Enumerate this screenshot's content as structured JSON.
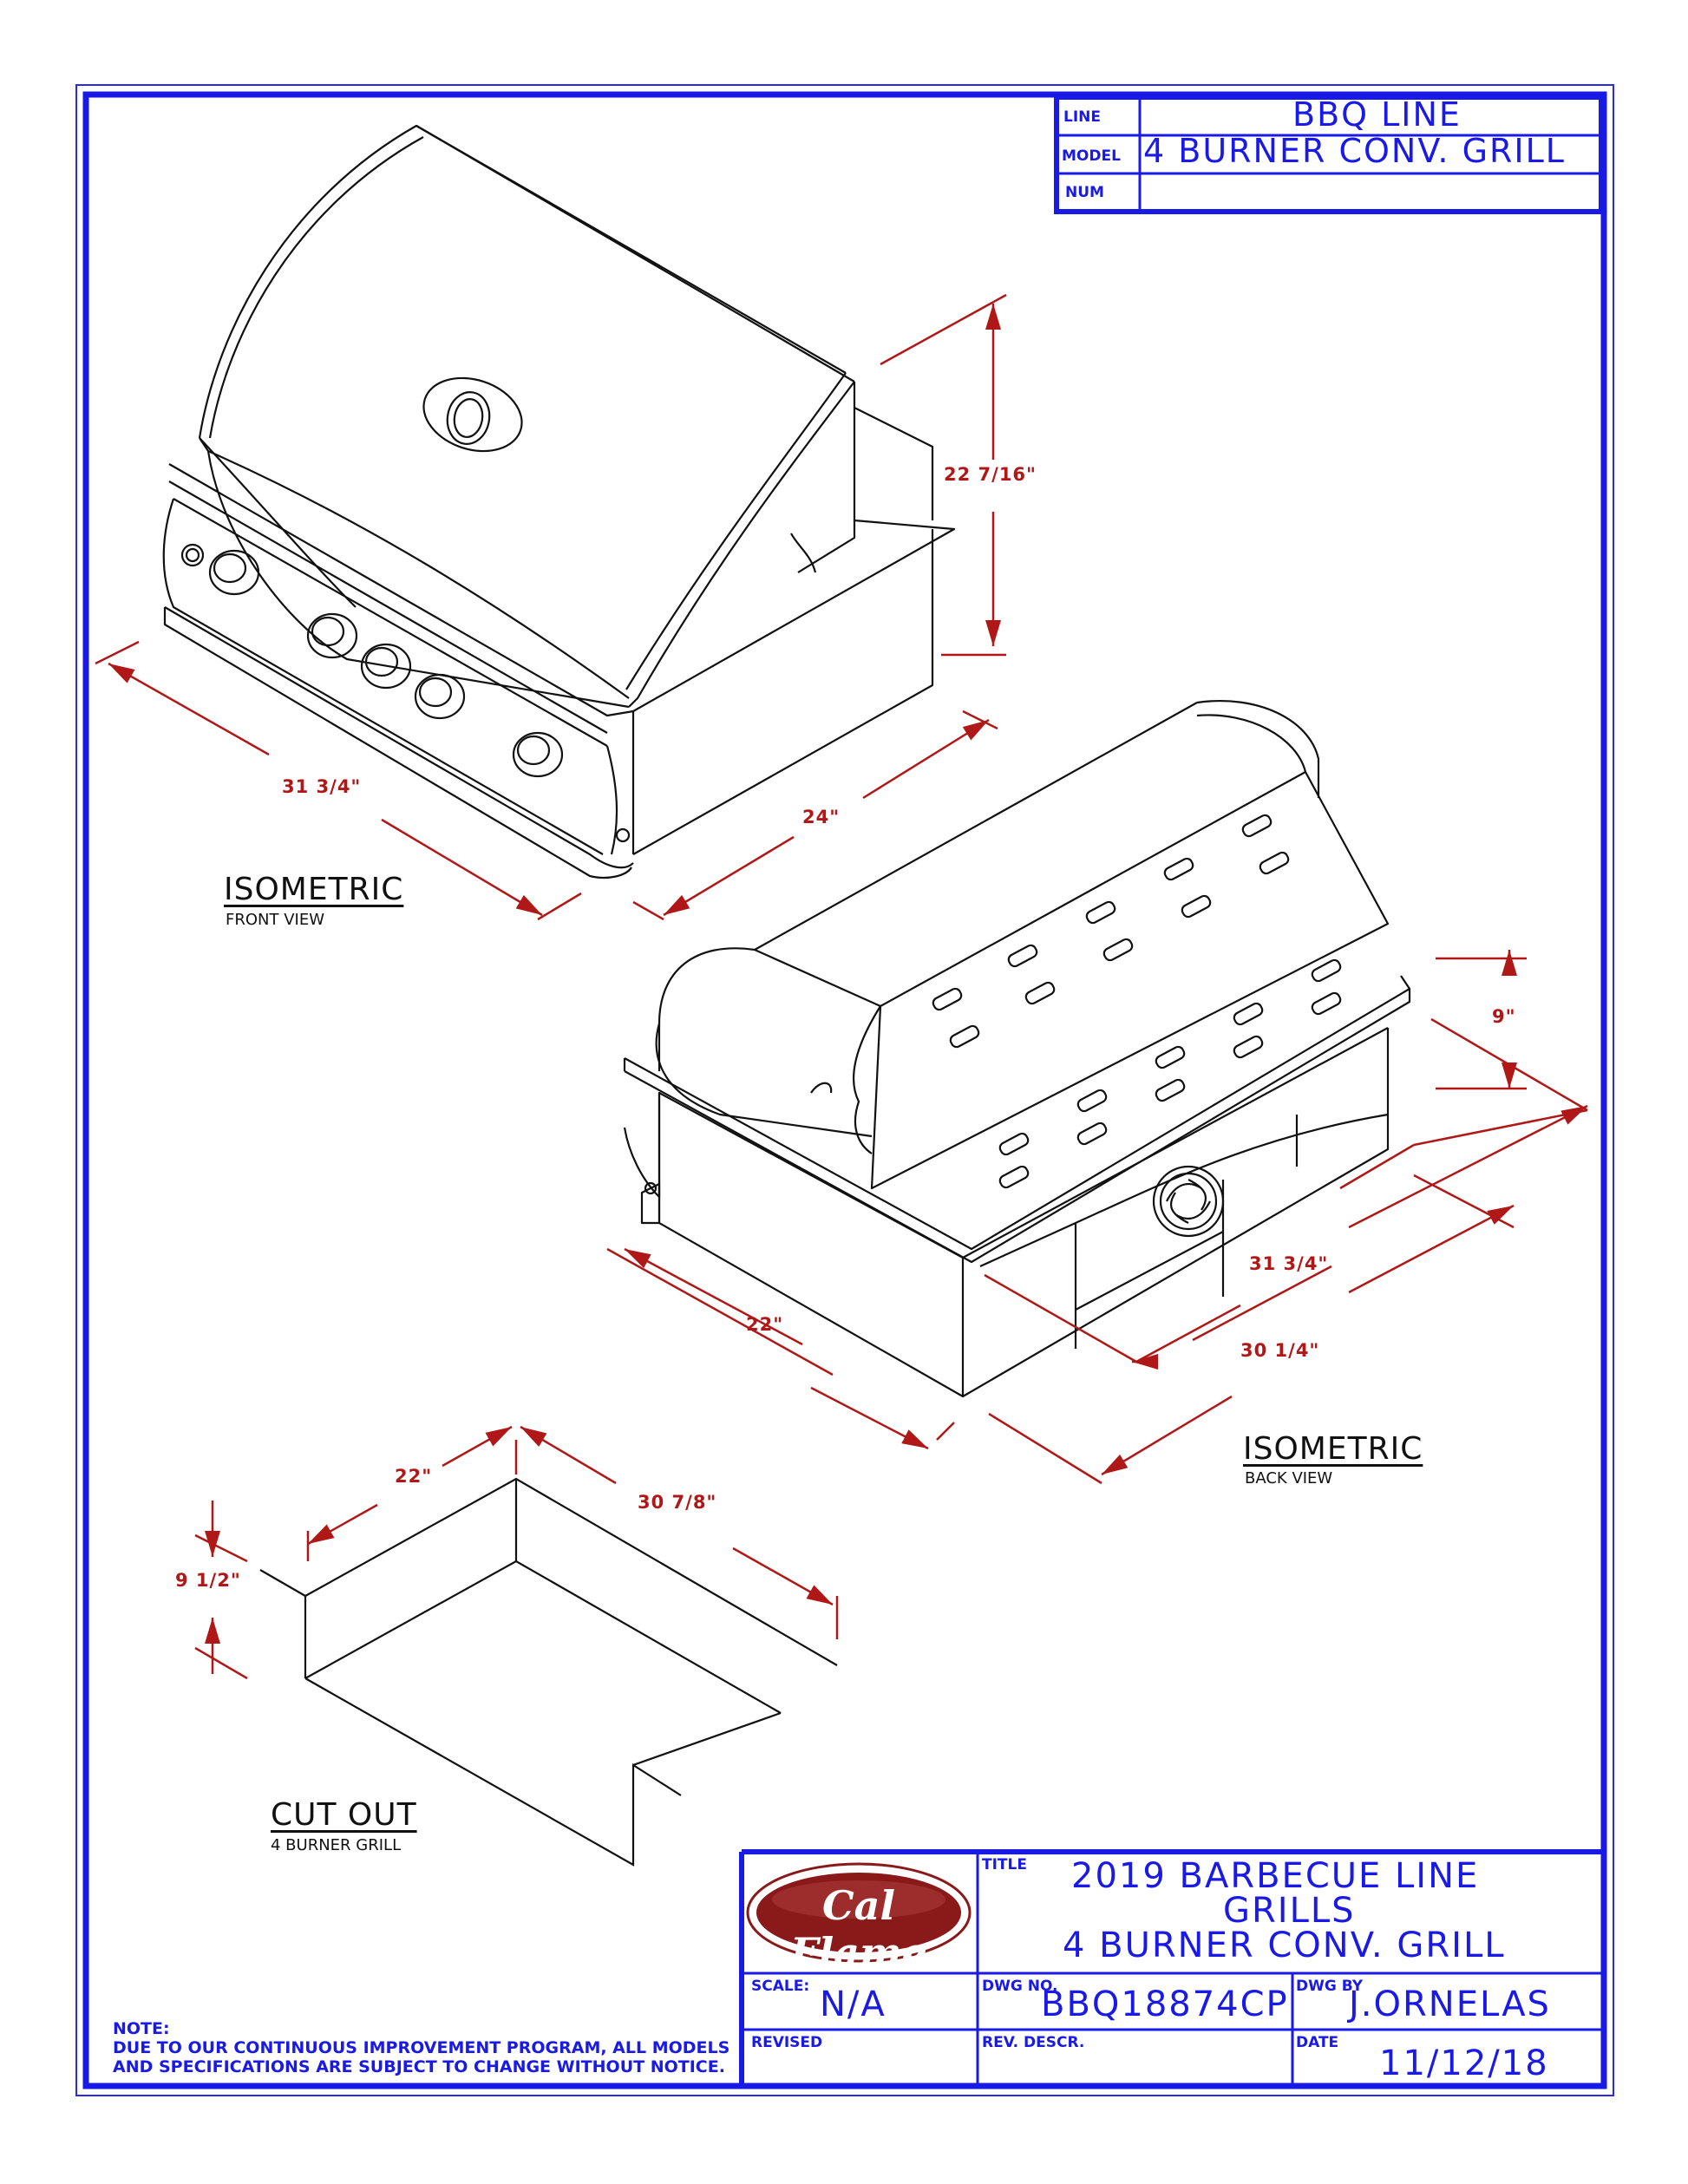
{
  "colors": {
    "frame": "#1a1ae6",
    "dimension": "#b01818",
    "drawing": "#111111",
    "logo_bg": "#8a1a1a"
  },
  "header_block": {
    "line_key": "LINE",
    "line_val": "BBQ LINE",
    "model_key": "MODEL",
    "model_val": "4 BURNER CONV. GRILL",
    "num_key": "NUM",
    "num_val": ""
  },
  "views": {
    "front": {
      "title": "ISOMETRIC",
      "subtitle": "FRONT VIEW"
    },
    "back": {
      "title": "ISOMETRIC",
      "subtitle": "BACK VIEW"
    },
    "cutout": {
      "title": "CUT OUT",
      "subtitle": "4 BURNER GRILL"
    }
  },
  "dimensions": {
    "front_height": "22 7/16\"",
    "front_width": "31 3/4\"",
    "front_depth": "24\"",
    "back_height": "9\"",
    "back_width_outer": "31 3/4\"",
    "back_width_inner": "30 1/4\"",
    "back_depth": "22\"",
    "cut_depth": "22\"",
    "cut_width": "30 7/8\"",
    "cut_height": "9 1/2\""
  },
  "title_block": {
    "logo_text": "Cal Flame",
    "title_key": "TITLE",
    "title_lines": [
      "2019 BARBECUE LINE",
      "GRILLS",
      "4 BURNER CONV. GRILL"
    ],
    "scale_key": "SCALE:",
    "scale_val": "N/A",
    "dwg_no_key": "DWG NO.",
    "dwg_no_val": "BBQ18874CP",
    "dwg_by_key": "DWG BY",
    "dwg_by_val": "J.ORNELAS",
    "revised_key": "REVISED",
    "revised_val": "",
    "rev_descr_key": "REV. DESCR.",
    "rev_descr_val": "",
    "date_key": "DATE",
    "date_val": "11/12/18"
  },
  "note": {
    "heading": "NOTE:",
    "line1": "DUE TO OUR CONTINUOUS IMPROVEMENT PROGRAM, ALL MODELS",
    "line2": "AND SPECIFICATIONS ARE SUBJECT TO CHANGE WITHOUT NOTICE."
  }
}
